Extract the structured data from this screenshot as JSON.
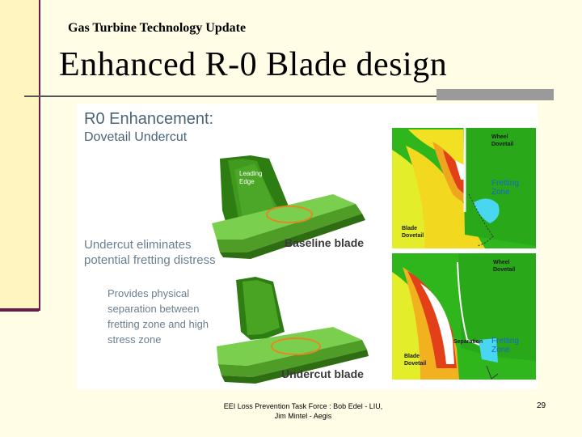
{
  "slide": {
    "kicker": "Gas Turbine Technology Update",
    "title": "Enhanced R-0 Blade design",
    "footer_line1": "EEI Loss Prevention Task Force : Bob Edel - LIU,",
    "footer_line2": "Jim Mintel - Aegis",
    "page_number": "29"
  },
  "figure": {
    "heading1": "R0 Enhancement:",
    "heading2": "Dovetail Undercut",
    "bullet1": "Undercut eliminates potential fretting distress",
    "bullet2": "Provides physical separation between fretting zone and high stress zone",
    "leading_edge": "Leading Edge",
    "baseline_caption": "Baseline blade",
    "undercut_caption": "Undercut blade",
    "top_wheel_dovetail": "Wheel Dovetail",
    "top_fretting_zone": "Fretting Zone",
    "top_blade_dovetail": "Blade Dovetail",
    "bottom_wheel_dovetail": "Wheel Dovetail",
    "bottom_separation": "Separation",
    "bottom_fretting_zone": "Fretting Zone",
    "bottom_blade_dovetail": "Blade Dovetail"
  }
}
